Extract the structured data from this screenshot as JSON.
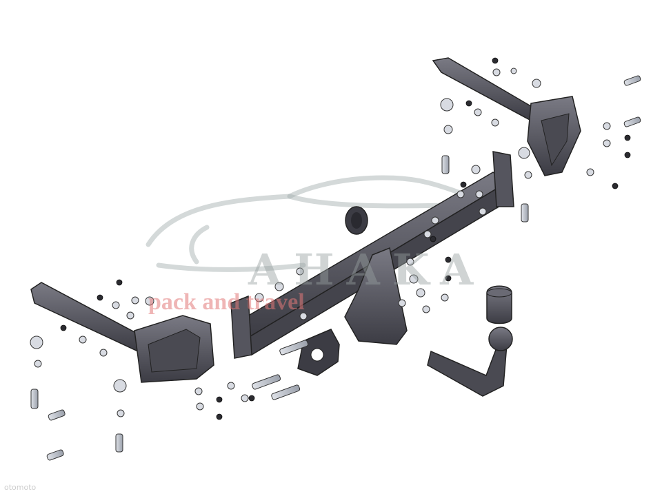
{
  "watermark": {
    "brand": "AHAKA",
    "tagline": "pack and travel"
  },
  "corner_mark": "otomoto",
  "colors": {
    "part_fill": "#5d5d66",
    "part_dark": "#2f2f36",
    "metal": "#c9ccd4",
    "watermark_grey": "#9aa6a6",
    "watermark_red": "#e07a7a"
  },
  "icons": [
    "car-silhouette-logo",
    "bolt-icon",
    "nut-icon",
    "washer-icon"
  ]
}
